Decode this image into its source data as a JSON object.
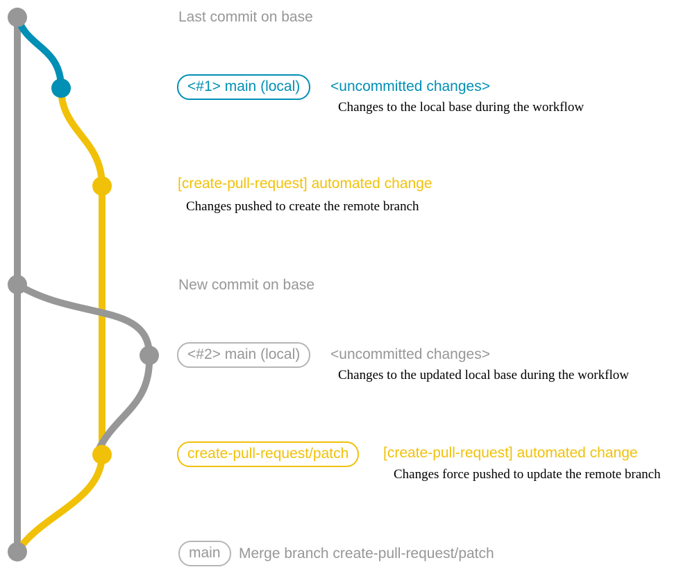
{
  "colors": {
    "gray": "#979797",
    "gray_border": "#b5b5b5",
    "blue": "#008fb5",
    "yellow": "#f1c109",
    "note_text": "#000000",
    "background": "#ffffff"
  },
  "diagram": {
    "type": "git-branch-graph",
    "branches": [
      {
        "name": "base",
        "color": "#979797"
      },
      {
        "name": "main (local)",
        "color": "#008fb5"
      },
      {
        "name": "create-pull-request/patch",
        "color": "#f1c109"
      }
    ],
    "commits": [
      {
        "id": "last-base",
        "branch": "base",
        "label": "Last commit on base"
      },
      {
        "id": "main-local-1",
        "branch": "main (local)",
        "label": "<#1> main (local) <uncommitted changes>"
      },
      {
        "id": "patch-1",
        "branch": "create-pull-request/patch",
        "label": "[create-pull-request] automated change"
      },
      {
        "id": "new-base",
        "branch": "base",
        "label": "New commit on base"
      },
      {
        "id": "main-local-2",
        "branch": "main (local)",
        "label": "<#2> main (local) <uncommitted changes>"
      },
      {
        "id": "patch-2",
        "branch": "create-pull-request/patch",
        "label": "create-pull-request/patch [create-pull-request] automated change"
      },
      {
        "id": "merge",
        "branch": "base",
        "label": "main Merge branch create-pull-request/patch"
      }
    ]
  },
  "labels": {
    "last_commit_on_base": "Last commit on base",
    "new_commit_on_base": "New commit on base"
  },
  "rows": {
    "row1": {
      "badge": "<#1> main (local)",
      "title": "<uncommitted changes>",
      "note": "Changes to the local base during the workflow"
    },
    "row2": {
      "title": "[create-pull-request] automated change",
      "note": "Changes pushed to create the remote branch"
    },
    "row3": {
      "badge": "<#2> main (local)",
      "title": "<uncommitted changes>",
      "note": "Changes to the updated local base during the workflow"
    },
    "row4": {
      "badge": "create-pull-request/patch",
      "title": "[create-pull-request] automated change",
      "note": "Changes force pushed to update the remote branch"
    },
    "row5": {
      "badge": "main",
      "title": "Merge branch create-pull-request/patch"
    }
  }
}
